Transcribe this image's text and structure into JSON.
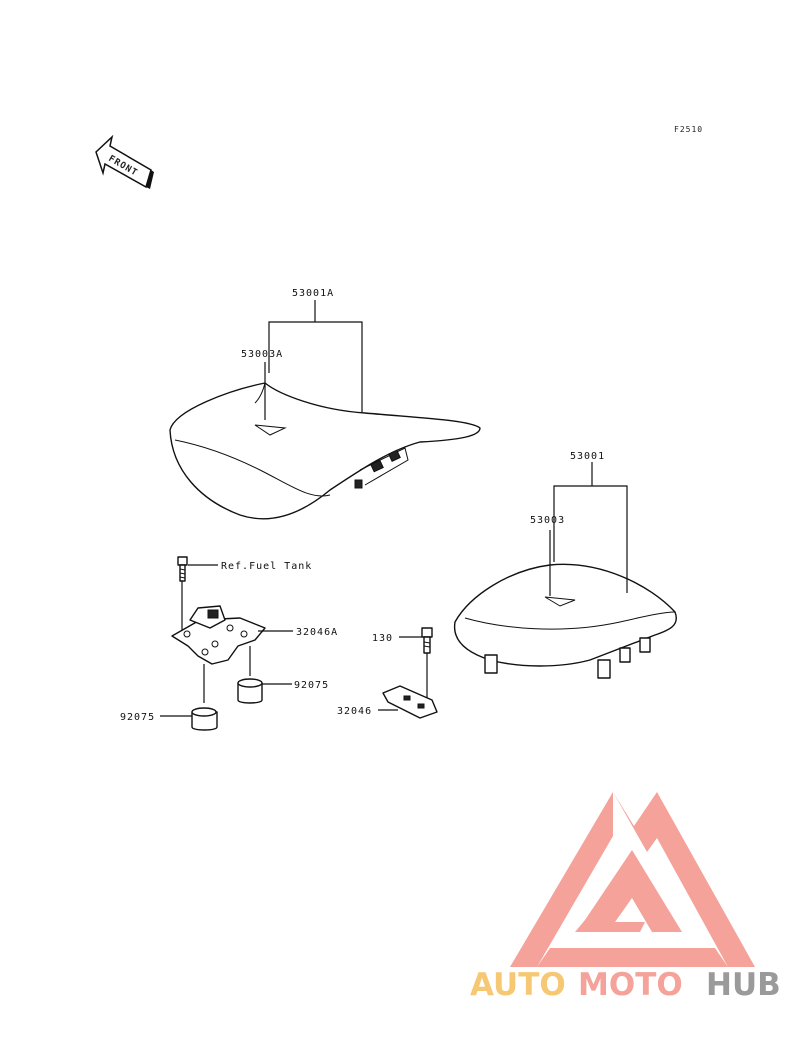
{
  "figure_code": "F2510",
  "front_arrow": {
    "label": "FRONT",
    "icon": "front-direction-arrow-icon"
  },
  "callouts": {
    "seat_front_assy": "53001A",
    "seat_front_cover": "53003A",
    "seat_rear_assy": "53001",
    "seat_rear_cover": "53003",
    "ref_fuel_tank": "Ref.Fuel Tank",
    "bracket_front": "32046A",
    "damper_right": "92075",
    "damper_left": "92075",
    "bolt": "130",
    "bracket_rear": "32046"
  },
  "watermark": {
    "word_part1": "AUTO",
    "word_part2": "MOTO",
    "word_part3": "HUB",
    "colors": {
      "triangle": "#f4a29a",
      "auto": "#f7c873",
      "moto": "#f4a29a",
      "hub": "#9a9a9a"
    }
  }
}
